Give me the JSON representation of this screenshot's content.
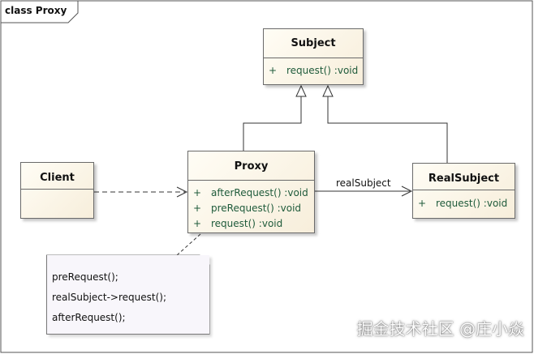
{
  "frame": {
    "label": "class Proxy"
  },
  "classes": {
    "subject": {
      "name": "Subject",
      "operations": [
        {
          "visibility": "+",
          "signature": "request()  :void"
        }
      ]
    },
    "client": {
      "name": "Client"
    },
    "proxy": {
      "name": "Proxy",
      "operations": [
        {
          "visibility": "+",
          "signature": "afterRequest()  :void"
        },
        {
          "visibility": "+",
          "signature": "preRequest()  :void"
        },
        {
          "visibility": "+",
          "signature": "request()  :void"
        }
      ]
    },
    "real_subject": {
      "name": "RealSubject",
      "operations": [
        {
          "visibility": "+",
          "signature": "request()  :void"
        }
      ]
    }
  },
  "association": {
    "label": "realSubject"
  },
  "note": {
    "lines": [
      "preRequest();",
      "realSubject->request();",
      "afterRequest();"
    ]
  },
  "watermark": {
    "text": "掘金技术社区 @庄小焱"
  },
  "colors": {
    "class_fill": "#f7eedb",
    "border": "#6a6a6a",
    "operation_text": "#1e5a3a",
    "note_fill": "#f8f6fb"
  }
}
